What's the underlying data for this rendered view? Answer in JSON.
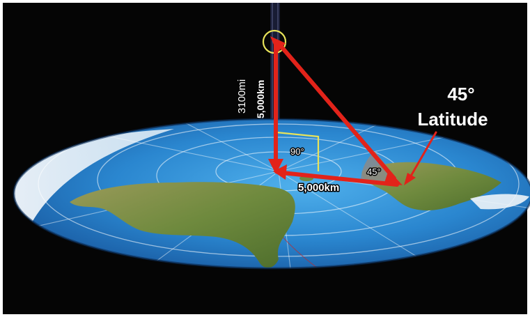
{
  "diagram": {
    "vertical_labels": {
      "miles": "3100mi",
      "kilometers": "5,000km"
    },
    "right_angle_label": "90°",
    "angle_label": "45°",
    "base_distance_label": "5,000km",
    "callout": {
      "line1": "45°",
      "line2": "Latitude"
    },
    "colors": {
      "background": "#050505",
      "ocean": "#2f8fd6",
      "arrow": "#e2231a",
      "right_angle_marker": "#e8e35a",
      "circle_marker": "#e8e35a",
      "angle_wedge": "#8a8a8a",
      "text": "#ffffff"
    }
  }
}
